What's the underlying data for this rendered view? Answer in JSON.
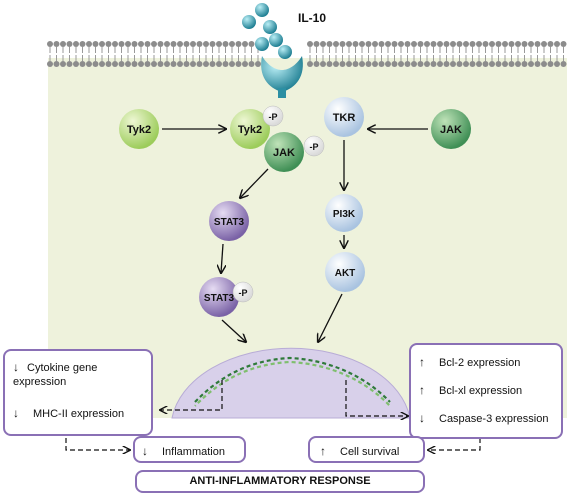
{
  "ligand": "IL-10",
  "nodes": {
    "tyk2_left": "Tyk2",
    "tyk2_center": "Tyk2",
    "jak_center": "JAK",
    "tkr": "TKR",
    "jak_right": "JAK",
    "stat3_top": "STAT3",
    "stat3_bottom": "STAT3",
    "pi3k": "PI3K",
    "akt": "AKT"
  },
  "phospho_label": "-P",
  "left_box": {
    "line1": "Cytokine gene",
    "line1b": "expression",
    "line2": "MHC-II expression",
    "arrow1": "down",
    "arrow2": "down"
  },
  "right_box": {
    "line1": "Bcl-2 expression",
    "line2": "Bcl-xl expression",
    "line3": "Caspase-3 expression",
    "arrow1": "up",
    "arrow2": "up",
    "arrow3": "down"
  },
  "inflammation_box": {
    "label": "Inflammation",
    "arrow": "down"
  },
  "survival_box": {
    "label": "Cell survival",
    "arrow": "up"
  },
  "response_box": {
    "label": "ANTI-INFLAMMATORY RESPONSE"
  },
  "colors": {
    "cytoplasm": "#eef2dc",
    "green_light": "#c8e38a",
    "green_dark": "#5aa36a",
    "teal": "#2c8fa3",
    "blue_light": "#dde8f5",
    "purple": "#8a70b5",
    "nucleus": "#d8d0ea"
  }
}
